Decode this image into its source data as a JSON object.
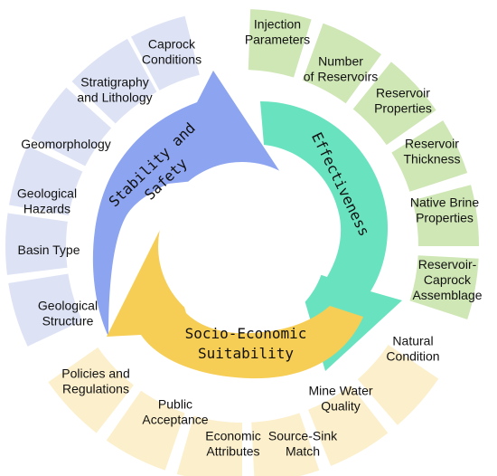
{
  "colors": {
    "stability_arrow": "#8da4f0",
    "effectiveness_arrow": "#69e3bf",
    "socio_arrow": "#f6cd55",
    "stability_segment": "#dde3f5",
    "effectiveness_segment": "#cfe6b5",
    "socio_segment": "#fcefcc"
  },
  "arrows": {
    "stability": [
      "Stability and",
      "Safety"
    ],
    "effectiveness": [
      "Effectiveness"
    ],
    "socio": [
      "Socio-Economic",
      "Suitability"
    ]
  },
  "segments": {
    "stability": [
      [
        "Caprock",
        "Conditions"
      ],
      [
        "Stratigraphy",
        "and Lithology"
      ],
      [
        "Geomorphology"
      ],
      [
        "Geological",
        "Hazards"
      ],
      [
        "Basin Type"
      ],
      [
        "Geological",
        "Structure"
      ]
    ],
    "effectiveness": [
      [
        "Injection",
        "Parameters"
      ],
      [
        "Number",
        "of Reservoirs"
      ],
      [
        "Reservoir",
        "Properties"
      ],
      [
        "Reservoir",
        "Thickness"
      ],
      [
        "Native Brine",
        "Properties"
      ],
      [
        "Reservoir-",
        "Caprock",
        "Assemblage"
      ]
    ],
    "socio": [
      [
        "Natural",
        "Condition"
      ],
      [
        "Mine Water",
        "Quality"
      ],
      [
        "Source-Sink",
        "Match"
      ],
      [
        "Economic",
        "Attributes"
      ],
      [
        "Public",
        "Acceptance"
      ],
      [
        "Policies and",
        "Regulations"
      ]
    ]
  }
}
